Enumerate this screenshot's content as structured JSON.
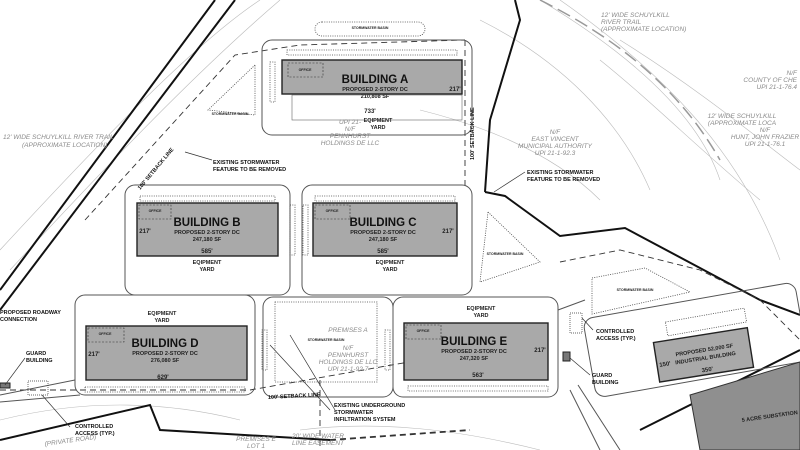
{
  "buildings": [
    {
      "name": "BUILDING A",
      "desc": "PROPOSED  2-STORY DC",
      "area": "210,808 SF",
      "depth": "217'",
      "length": "733'",
      "yard": [
        "EQIPMENT",
        "YARD"
      ]
    },
    {
      "name": "BUILDING B",
      "desc": "PROPOSED  2-STORY DC",
      "area": "247,180 SF",
      "depth": "217'",
      "length": "585'",
      "yard": [
        "EQIPMENT",
        "YARD"
      ]
    },
    {
      "name": "BUILDING C",
      "desc": "PROPOSED  2-STORY DC",
      "area": "247,180 SF",
      "depth": "217'",
      "length": "585'",
      "yard": [
        "EQIPMENT",
        "YARD"
      ]
    },
    {
      "name": "BUILDING D",
      "desc": "PROPOSED  2-STORY DC",
      "area": "276,080 SF",
      "depth": "217'",
      "length": "629'",
      "yard": [
        "EQIPMENT",
        "YARD"
      ]
    },
    {
      "name": "BUILDING E",
      "desc": "PROPOSED  2-STORY DC",
      "area": "247,320 SF",
      "depth": "217'",
      "length": "563'",
      "yard": [
        "EQIPMENT",
        "YARD"
      ]
    }
  ],
  "industrial": {
    "line1": "PROPOSED 52,000 SF",
    "line2": "INDUSTRIAL BUILDING",
    "depth": "150'",
    "length": "350'"
  },
  "substation": "5 ACRE SUBSTATION",
  "office_label": "OFFICE",
  "stormwater_basin": "STORMWATER BASIN",
  "callouts": {
    "stormwater_removed_1": [
      "EXISTING STORMWATER",
      "FEATURE TO BE REMOVED"
    ],
    "stormwater_removed_2": [
      "EXISTING STORMWATER",
      "FEATURE TO BE REMOVED"
    ],
    "underground": [
      "EXISTING UNDERGROUND",
      "STORMWATER",
      "INFILTRATION SYSTEM"
    ],
    "setback_1": "100' SETBACK LINE",
    "setback_2": "100' SETBACK LINE",
    "setback_3": "100' SETBACK LINE",
    "roadway": [
      "PROPOSED ROADWAY",
      "CONNECTION"
    ],
    "guard_left": [
      "GUARD",
      "BUILDING"
    ],
    "guard_right": [
      "GUARD",
      "BUILDING"
    ],
    "access_left": [
      "CONTROLLED",
      "ACCESS (TYP.)"
    ],
    "access_right": [
      "CONTROLLED",
      "ACCESS (TYP.)"
    ]
  },
  "background_labels": {
    "trail_left": [
      "12' WIDE SCHUYLKILL RIVER TRAIL",
      "(APPROXIMATE LOCATION)"
    ],
    "trail_top": [
      "12' WIDE SCHUYLKILL",
      "RIVER TRAIL",
      "(APPROXIMATE LOCATION)"
    ],
    "county": [
      "N/F",
      "COUNTY OF CHE",
      "UPI 21-1-76.4"
    ],
    "trail_right": [
      "12' WIDE SCHUYLKILL",
      "(APPROXIMATE LOCA"
    ],
    "hunt": [
      "N/F",
      "HUNT, JOHN FRAZIER",
      "UPI 21-1-76.1"
    ],
    "east_vincent": [
      "N/F",
      "EAST VINCENT",
      "MUNICIPAL AUTHORITY",
      "UPI 21-1-92.3"
    ],
    "pennhurst_a": [
      "UPI 21-",
      "N/F",
      "PENNHURST",
      "HOLDINGS DE LLC"
    ],
    "pennhurst_mid": [
      "PREMISES A",
      "N/F",
      "PENNHURST",
      "HOLDINGS DE LLC",
      "UPI 21-1-92.7"
    ],
    "premises_e": [
      "PREMISES E",
      "LOT 1"
    ],
    "water_easement": [
      "20' WIDE WATER",
      "LINE EASEMENT"
    ],
    "private_road": "(PRIVATE ROAD)"
  }
}
